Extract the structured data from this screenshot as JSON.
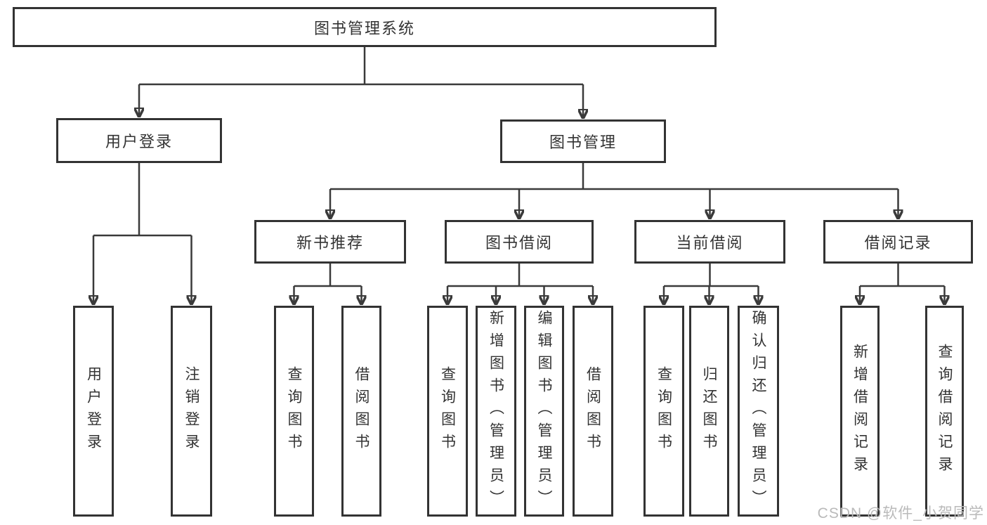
{
  "diagram": {
    "root": {
      "label": "图书管理系统"
    },
    "user_login": {
      "label": "用户登录",
      "children": [
        "用户登录",
        "注销登录"
      ]
    },
    "book_mgmt": {
      "label": "图书管理",
      "sections": [
        {
          "label": "新书推荐",
          "children": [
            "查询图书",
            "借阅图书"
          ]
        },
        {
          "label": "图书借阅",
          "children": [
            "查询图书",
            "新增图书（管理员）",
            "编辑图书（管理员）",
            "借阅图书"
          ]
        },
        {
          "label": "当前借阅",
          "children": [
            "查询图书",
            "归还图书",
            "确认归还（管理员）"
          ]
        },
        {
          "label": "借阅记录",
          "children": [
            "新增借阅记录",
            "查询借阅记录"
          ]
        }
      ]
    }
  },
  "watermark": "CSDN @软件_小贺同学",
  "colors": {
    "line": "#3a3a3a",
    "border": "#333333",
    "text": "#333333",
    "watermark": "#bababa",
    "background": "#ffffff"
  }
}
